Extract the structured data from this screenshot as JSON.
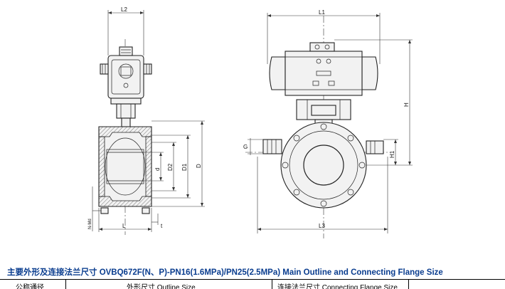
{
  "left_view": {
    "dims": {
      "top_width": "L2",
      "bottom_width": "L",
      "bolt_spec": "N-Md",
      "thickness": "t",
      "bore": "d",
      "d2": "D2",
      "d1": "D1",
      "outer": "D"
    }
  },
  "right_view": {
    "dims": {
      "width": "L1",
      "height": "H",
      "height_lower": "H1",
      "gauge": "G",
      "base_width": "L3"
    }
  },
  "caption": "主要外形及连接法兰尺寸 OVBQ672F(N、P)-PN16(1.6MPa)/PN25(2.5MPa) Main Outline and Connecting Flange Size",
  "table_header": {
    "col1": "公称通径",
    "col2": "外形尺寸 Outline Size",
    "col3": "连接法兰尺寸 Connecting Flange Size"
  },
  "colors": {
    "caption": "#0a3d8f",
    "lines": "#222222"
  }
}
